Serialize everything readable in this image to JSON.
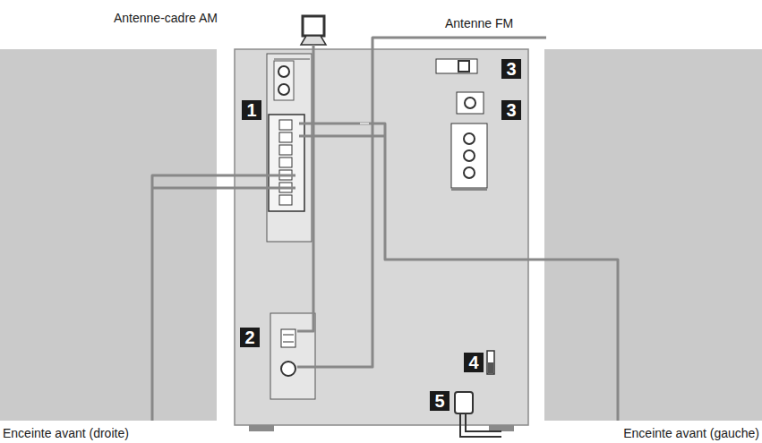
{
  "diagram": {
    "labels": [
      "Antenne-cadre AM",
      "Antenne FM",
      "3",
      "1",
      "3",
      "4",
      "2",
      "5",
      "Enceinte avant (droite)",
      "Enceinte avant (gauche)"
    ]
  }
}
